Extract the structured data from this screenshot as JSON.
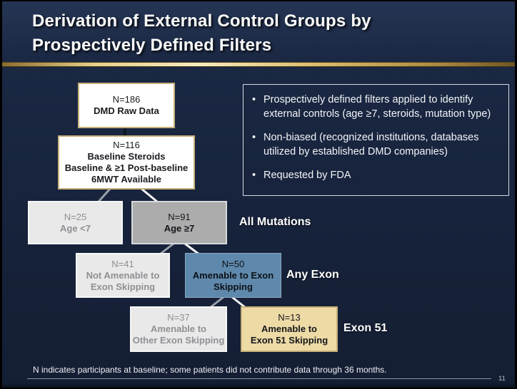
{
  "title": {
    "line1": "Derivation of External Control Groups by",
    "line2": "Prospectively Defined Filters"
  },
  "flowchart": {
    "nodes": [
      {
        "n": "N=186",
        "lines": [
          "DMD Raw Data"
        ]
      },
      {
        "n": "N=116",
        "lines": [
          "Baseline Steroids",
          "Baseline & ≥1 Post-baseline",
          "6MWT Available"
        ]
      },
      {
        "n": "N=25",
        "lines": [
          "Age <7"
        ]
      },
      {
        "n": "N=91",
        "lines": [
          "Age ≥7"
        ]
      },
      {
        "n": "N=41",
        "lines": [
          "Not Amenable to",
          "Exon Skipping"
        ]
      },
      {
        "n": "N=50",
        "lines": [
          "Amenable to Exon",
          "Skipping"
        ]
      },
      {
        "n": "N=37",
        "lines": [
          "Amenable to",
          "Other Exon Skipping"
        ]
      },
      {
        "n": "N=13",
        "lines": [
          "Amenable to",
          "Exon 51 Skipping"
        ]
      }
    ],
    "side_labels": {
      "all_mutations": "All Mutations",
      "any_exon": "Any Exon",
      "exon_51": "Exon 51"
    }
  },
  "bullet_glyph": "•",
  "bullets": [
    "Prospectively defined filters applied to identify external controls (age ≥7, steroids, mutation type)",
    "Non-biased (recognized institutions, databases utilized by established DMD companies)",
    "Requested by FDA"
  ],
  "footer": {
    "note": "N indicates participants at baseline; some patients did not contribute data through 36 months.",
    "page_number": "11"
  },
  "colors": {
    "background_navy": "#17233c",
    "gold_accent": "#d9bc6e",
    "node_border_tan": "#c8b17b",
    "node_blue": "#5f89ac",
    "node_tan": "#eddaa5",
    "node_gray": "#acacac",
    "node_light_gray": "#e9e9e9"
  }
}
